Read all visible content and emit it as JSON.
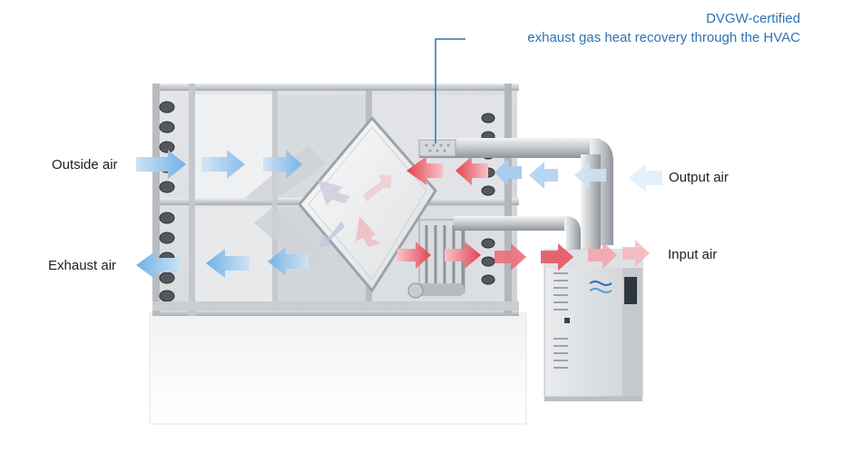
{
  "callout": {
    "line1": "DVGW-certified",
    "line2": "exhaust gas heat recovery through the HVAC"
  },
  "labels": {
    "outside_air": "Outside air",
    "exhaust_air": "Exhaust air",
    "output_air": "Output air",
    "input_air": "Input air"
  },
  "colors": {
    "callout_text": "#2f74b5",
    "cold_arrow": "#7db9e8",
    "exhaust_arrow": "#4f9ad8",
    "warm_arrow": "#e3424f",
    "fading_warm_arrow": "#f29aa2",
    "casing": "#c9ccd0"
  }
}
